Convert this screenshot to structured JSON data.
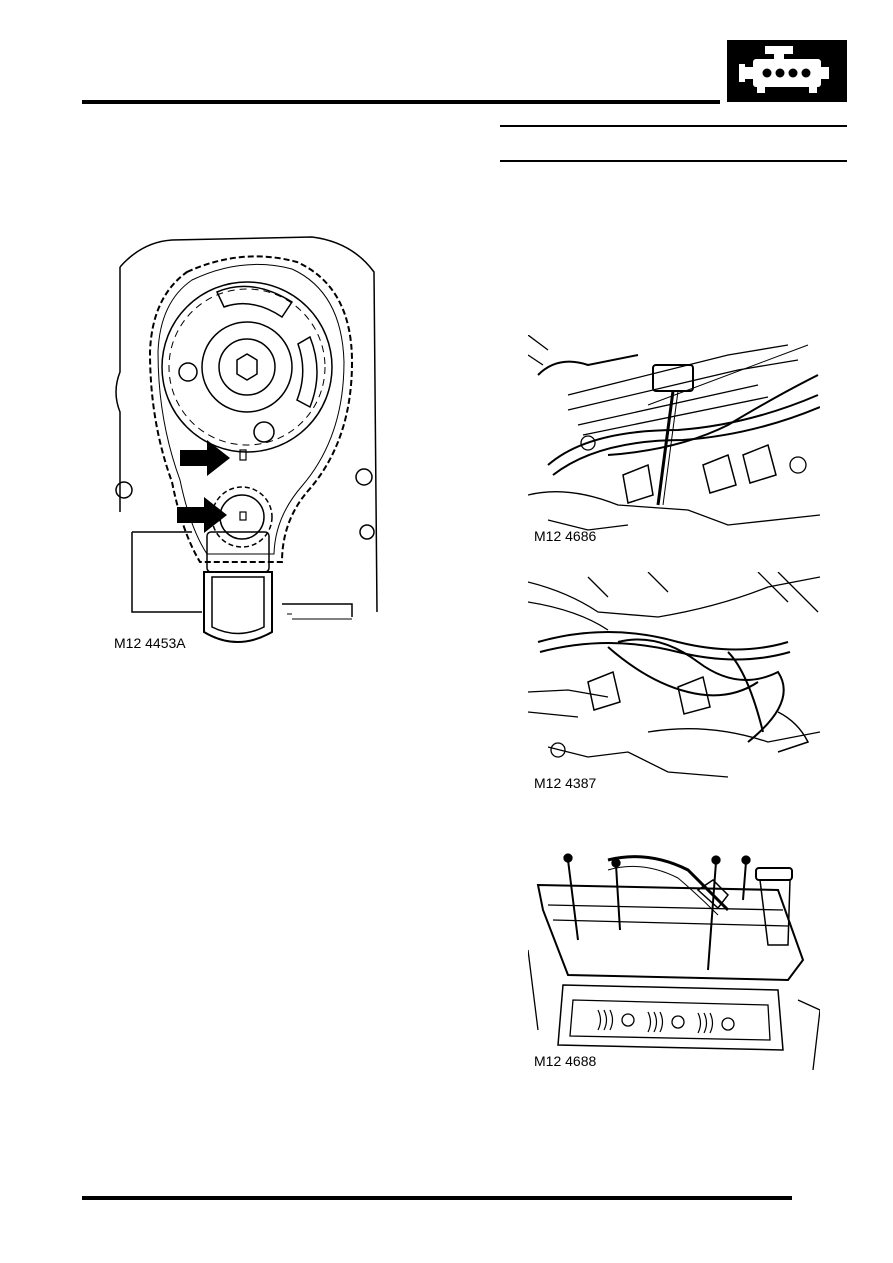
{
  "figures": {
    "timing_chain": {
      "caption": "M12 4453A"
    },
    "ht_leads": {
      "caption": "M12 4686"
    },
    "lead_clips": {
      "caption": "M12 4387"
    },
    "rocker_cover": {
      "caption": "M12 4688"
    }
  },
  "header": {
    "section_icon": "engine-icon"
  }
}
